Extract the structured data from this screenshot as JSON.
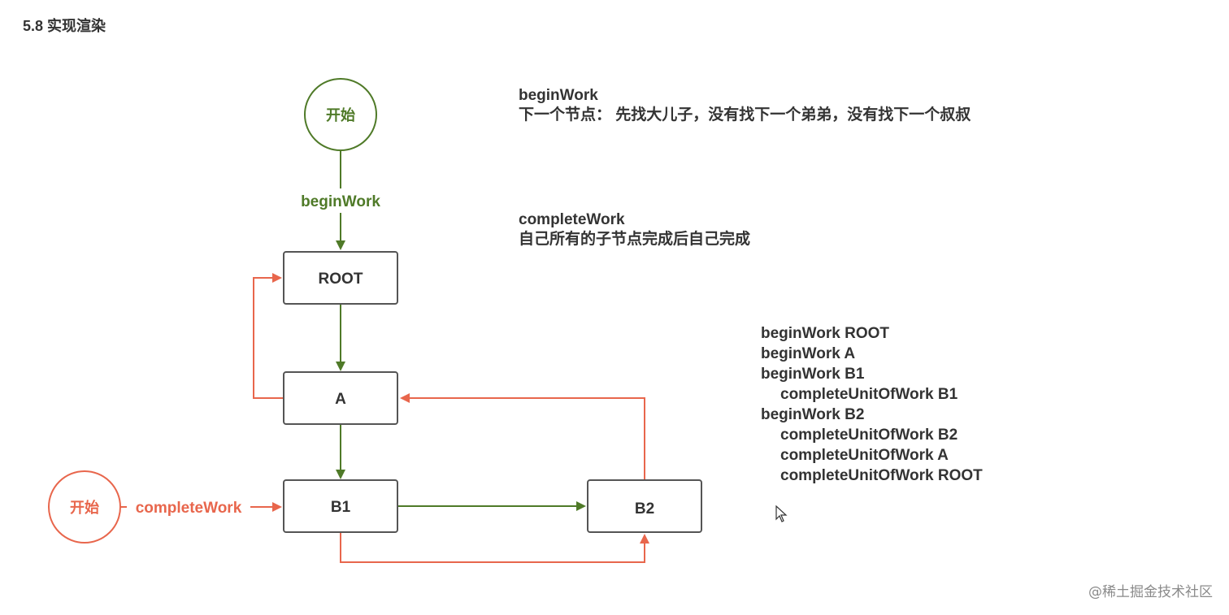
{
  "section_title": "5.8 实现渲染",
  "diagram": {
    "start_top_label": "开始",
    "start_left_label": "开始",
    "edge_begin_label": "beginWork",
    "edge_complete_label": "completeWork",
    "nodes": {
      "root": "ROOT",
      "a": "A",
      "b1": "B1",
      "b2": "B2"
    },
    "colors": {
      "green": "#4f7a28",
      "red": "#e8664c",
      "node_border": "#555555"
    }
  },
  "notes": {
    "begin_title": "beginWork",
    "begin_desc": "下一个节点： 先找大儿子，没有找下一个弟弟，没有找下一个叔叔",
    "complete_title": "completeWork",
    "complete_desc": "自己所有的子节点完成后自己完成"
  },
  "trace": [
    "beginWork ROOT",
    "beginWork A",
    "beginWork B1",
    "completeUnitOfWork B1",
    "beginWork B2",
    "completeUnitOfWork B2",
    "completeUnitOfWork A",
    "completeUnitOfWork ROOT"
  ],
  "watermark": "@稀土掘金技术社区"
}
